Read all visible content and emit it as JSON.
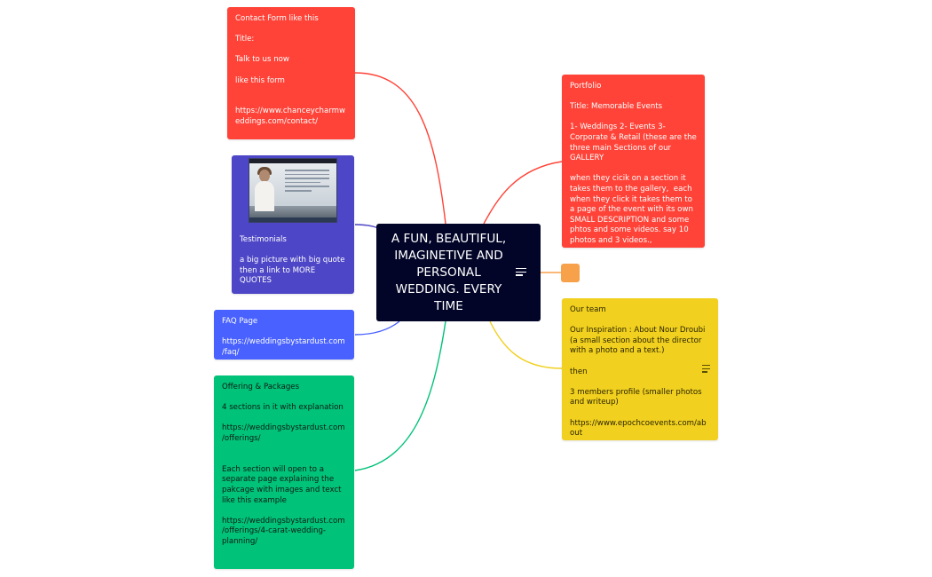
{
  "central_topic": {
    "title": "A FUN, BEAUTIFUL, IMAGINETIVE AND PERSONAL WEDDING. EVERY TIME"
  },
  "topics": [
    {
      "id": "contact",
      "color": "#ff4338",
      "lines": [
        "Contact Form like this",
        "",
        "Title:",
        "",
        "Talk to us now",
        "",
        "like this form",
        "",
        "",
        "https://www.chanceycharmweddings.com/contact/"
      ]
    },
    {
      "id": "testimonials",
      "color": "#4d46c6",
      "has_image": true,
      "lines": [
        "Testimonials",
        "",
        "a big picture with big quote then a link to MORE QUOTES"
      ]
    },
    {
      "id": "faq",
      "color": "#4861ff",
      "lines": [
        "FAQ Page",
        "",
        "https://weddingsbystardust.com/faq/"
      ]
    },
    {
      "id": "offering",
      "color": "#00c278",
      "lines": [
        "Offering & Packages",
        "",
        "4 sections in it with explanation",
        "",
        "https://weddingsbystardust.com/offerings/",
        "",
        "",
        "Each section will open to a separate page explaining the pakcage with images and texct like this example",
        "",
        "https://weddingsbystardust.com/offerings/4-carat-wedding-planning/"
      ]
    },
    {
      "id": "portfolio",
      "color": "#ff4338",
      "lines": [
        "Portfolio",
        "",
        "Title: Memorable Events",
        "",
        "1- Weddings 2- Events 3- Corporate & Retail (these are the three main Sections of our GALLERY",
        "",
        "when they cicik on a section it takes them to the gallery,  each when they click it takes them to a page of the event with its own SMALL DESCRIPTION and some phtos and some videos. say 10 photos and 3 videos.,"
      ]
    },
    {
      "id": "empty",
      "color": "#f7a14a",
      "lines": []
    },
    {
      "id": "team",
      "color": "#f1d01f",
      "lines": [
        "Our team",
        "",
        "Our Inspiration : About Nour Droubi (a small section about the director with a photo and a text.)",
        "",
        "then",
        "",
        "3 members profile (smaller photos and writeup)",
        "",
        "https://www.epochcoevents.com/about"
      ]
    }
  ],
  "icons": {
    "center_notes": "notes-lines-icon",
    "team_notes": "notes-lines-icon",
    "testimonial_image": "photo-thumbnail"
  }
}
